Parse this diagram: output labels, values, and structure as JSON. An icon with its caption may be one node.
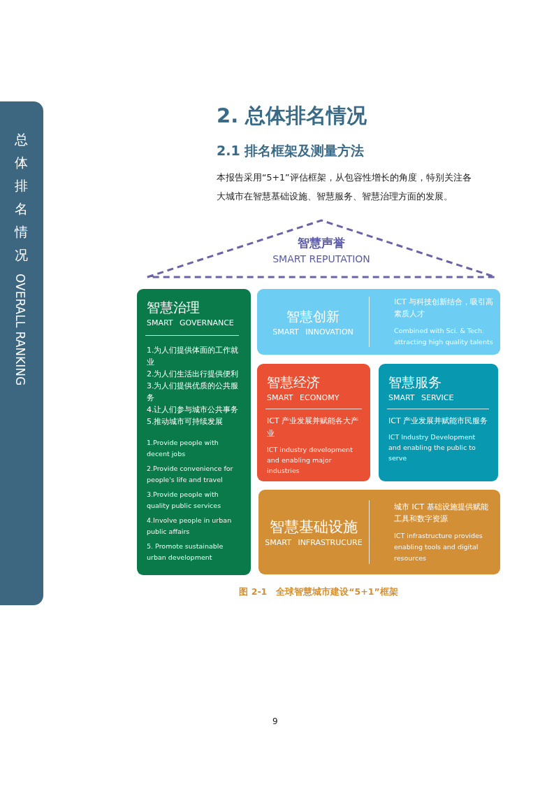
{
  "diagram": {
    "title": "2. 总体排名情况",
    "caption": "图 2-1　全球智慧城市建设“5+1”框架",
    "nodes": [
      {
        "text": [
          "智慧声誉",
          "SMART REPUTATION"
        ]
      },
      {
        "text": [
          "智慧治理",
          "SMART GOVERNANCE",
          "1.为人们提供体面的工作就业",
          "2.为人们生活出行提供便利",
          "3.为人们提供优质的公共服务",
          "4.让人们参与城市公共事务",
          "5.推动城市可持续发展",
          "1.Provide people with decent jobs",
          "2.Provide convenience for people's life and travel",
          "3.Provide people with quality public services",
          "4.Involve people in urban public affairs",
          "5. Promote sustainable urban development"
        ]
      },
      {
        "text": [
          "智慧创新",
          "SMART INNOVATION",
          "ICT 与科技创新结合，吸引高素质人才",
          "Combined with Sci. & Tech. attracting high quality talents"
        ]
      },
      {
        "text": [
          "智慧经济",
          "SMART ECONOMY",
          "ICT 产业发展并赋能各大产业",
          "ICT industry development and enabling major industries"
        ]
      },
      {
        "text": [
          "智慧服务",
          "SMART SERVICE",
          "ICT 产业发展并赋能市民服务",
          "ICT Industry Development and enabling the public to serve"
        ]
      },
      {
        "text": [
          "智慧基础设施",
          "SMART INFRASTRUCURE",
          "城市 ICT 基础设施提供赋能工具和数字资源",
          "ICT infrastructure provides enabling tools and digital resources"
        ]
      }
    ],
    "labels": [
      "总体排名情况",
      "OVERALL RANKING",
      "2.1 排名框架及测量方法",
      "本报告采用“5+1”评估框架，从包容性增长的角度，特别关注各大城市在智慧基础设施、智慧服务、智慧治理方面的发展。",
      "9"
    ]
  }
}
